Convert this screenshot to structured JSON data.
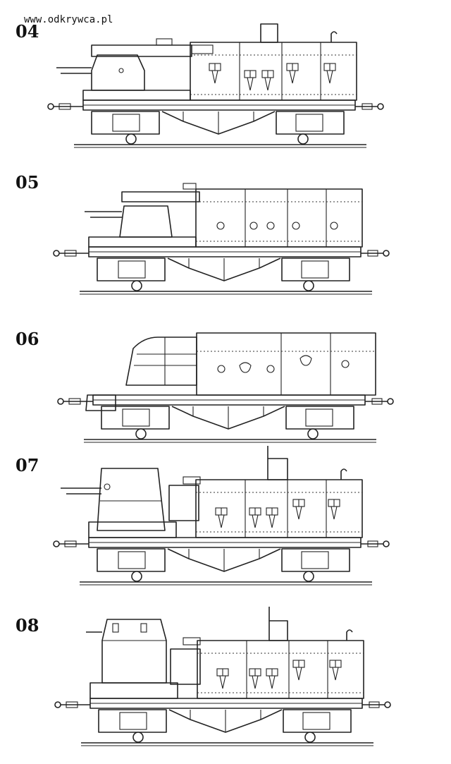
{
  "watermark": "www.odkrywca.pl",
  "labels": [
    "04",
    "05",
    "06",
    "07",
    "08"
  ]
}
